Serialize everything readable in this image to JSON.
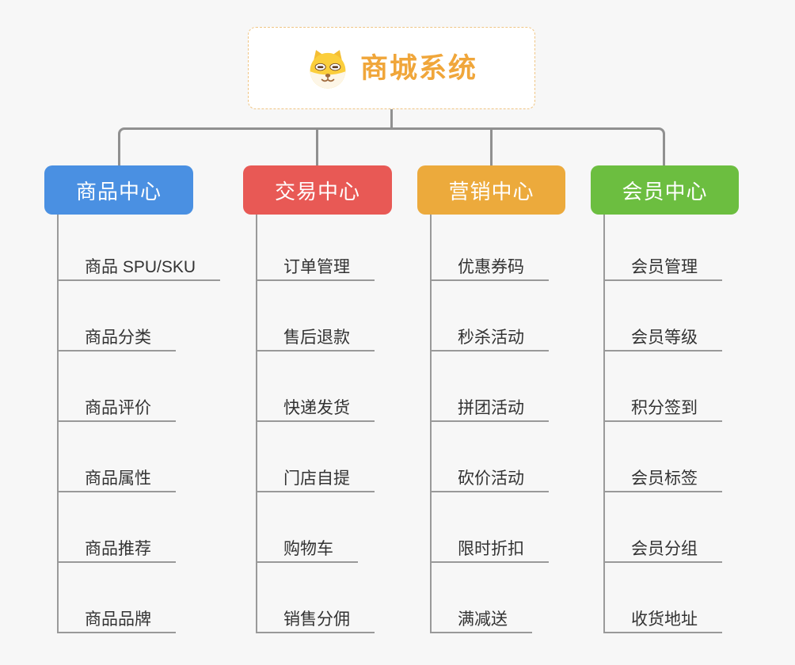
{
  "root": {
    "label": "商城系统",
    "icon": "dog-icon",
    "accent_color": "#f0a63a"
  },
  "colors": {
    "connector_gray": "#909090",
    "leaf_line_gray": "#999999",
    "leaf_text": "#333333",
    "canvas_bg": "#f7f7f7"
  },
  "branches": [
    {
      "label": "商品中心",
      "color": "#4a90e2",
      "items": [
        "商品 SPU/SKU",
        "商品分类",
        "商品评价",
        "商品属性",
        "商品推荐",
        "商品品牌"
      ]
    },
    {
      "label": "交易中心",
      "color": "#e85955",
      "items": [
        "订单管理",
        "售后退款",
        "快递发货",
        "门店自提",
        "购物车",
        "销售分佣"
      ]
    },
    {
      "label": "营销中心",
      "color": "#ecaa3c",
      "items": [
        "优惠券码",
        "秒杀活动",
        "拼团活动",
        "砍价活动",
        "限时折扣",
        "满减送"
      ]
    },
    {
      "label": "会员中心",
      "color": "#6cbe40",
      "items": [
        "会员管理",
        "会员等级",
        "积分签到",
        "会员标签",
        "会员分组",
        "收货地址"
      ]
    }
  ]
}
